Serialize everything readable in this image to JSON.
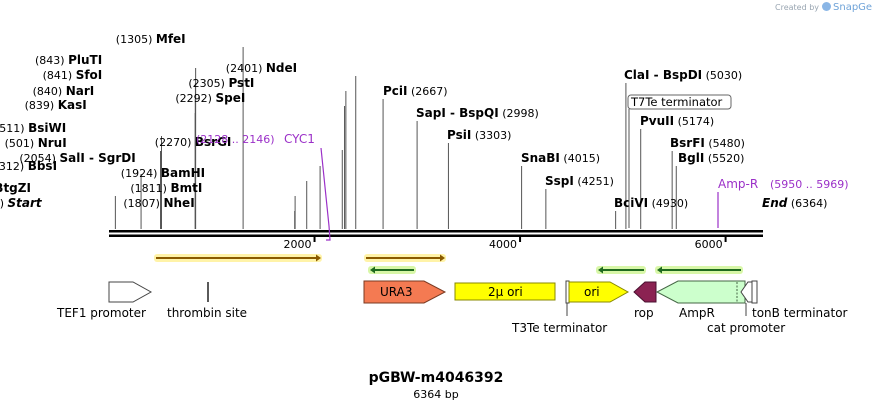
{
  "credit": {
    "prefix": "Created by",
    "brand": "SnapGene"
  },
  "plasmid": {
    "name": "pGBW-m4046392",
    "size_label": "6364 bp",
    "length": 6364
  },
  "scale_ticks": [
    {
      "pos": 2000,
      "label": "2000"
    },
    {
      "pos": 4000,
      "label": "4000"
    },
    {
      "pos": 6000,
      "label": "6000"
    }
  ],
  "sites": [
    {
      "pos": 0,
      "name": "Start",
      "num": "(0)",
      "italic": true
    },
    {
      "pos": 62,
      "name": "BtgZI",
      "num": "(62)"
    },
    {
      "pos": 312,
      "name": "BbsI",
      "num": "(312)"
    },
    {
      "pos": 501,
      "name": "NruI",
      "num": "(501)"
    },
    {
      "pos": 511,
      "name": "BsiWI",
      "num": "(511)"
    },
    {
      "pos": 839,
      "name": "KasI",
      "num": "(839)"
    },
    {
      "pos": 840,
      "name": "NarI",
      "num": "(840)"
    },
    {
      "pos": 841,
      "name": "SfoI",
      "num": "(841)"
    },
    {
      "pos": 843,
      "name": "PluTI",
      "num": "(843)"
    },
    {
      "pos": 1305,
      "name": "MfeI",
      "num": "(1305)",
      "num_first": true
    },
    {
      "pos": 1807,
      "name": "NheI",
      "num": "(1807)"
    },
    {
      "pos": 1811,
      "name": "BmtI",
      "num": "(1811)"
    },
    {
      "pos": 1924,
      "name": "BamHI",
      "num": "(1924)"
    },
    {
      "pos": 2054,
      "name": "SalI  -  SgrDI",
      "num": "(2054)"
    },
    {
      "pos": 2270,
      "name": "BsrGI",
      "num": "(2270)"
    },
    {
      "pos": 2292,
      "name": "SpeI",
      "num": "(2292)"
    },
    {
      "pos": 2305,
      "name": "PstI",
      "num": "(2305)"
    },
    {
      "pos": 2401,
      "name": "NdeI",
      "num": "(2401)",
      "num_first": true
    },
    {
      "pos": 2667,
      "name": "PciI",
      "num": "(2667)"
    },
    {
      "pos": 2998,
      "name": "SapI  -  BspQI",
      "num": "(2998)"
    },
    {
      "pos": 3303,
      "name": "PsiI",
      "num": "(3303)"
    },
    {
      "pos": 4015,
      "name": "SnaBI",
      "num": "(4015)"
    },
    {
      "pos": 4251,
      "name": "SspI",
      "num": "(4251)"
    },
    {
      "pos": 4930,
      "name": "BciVI",
      "num": "(4930)"
    },
    {
      "pos": 5030,
      "name": "ClaI  -  BspDI",
      "num": "(5030)"
    },
    {
      "pos": 5174,
      "name": "PvuII",
      "num": "(5174)"
    },
    {
      "pos": 5480,
      "name": "BsrFI",
      "num": "(5480)"
    },
    {
      "pos": 5520,
      "name": "BglI",
      "num": "(5520)"
    },
    {
      "pos": 6364,
      "name": "End",
      "num": "(6364)",
      "italic": true
    }
  ],
  "feature_labels_above": [
    {
      "name": "CYC1",
      "range": "(2128 .. 2146)",
      "color": "#9b30c8"
    },
    {
      "name": "Amp-R",
      "range": "(5950 .. 5969)",
      "color": "#9b30c8"
    },
    {
      "name": "T7Te terminator"
    }
  ],
  "features": [
    {
      "name": "TEF1 promoter",
      "color": "#ffffff"
    },
    {
      "name": "thrombin site",
      "color": "#ffffff"
    },
    {
      "name": "URA3",
      "color": "#f47a52"
    },
    {
      "name": "2μ ori",
      "color": "#ffff00"
    },
    {
      "name": "T3Te terminator",
      "color": "#ffffff"
    },
    {
      "name": "ori",
      "color": "#ffff00"
    },
    {
      "name": "rop",
      "color": "#8b2252"
    },
    {
      "name": "AmpR",
      "color": "#ccffcc"
    },
    {
      "name": "cat promoter",
      "color": "#ffffff"
    },
    {
      "name": "tonB terminator",
      "color": "#ffffff"
    }
  ],
  "orfs": [
    {
      "name": "orf-1",
      "direction": "forward"
    },
    {
      "name": "orf-2",
      "direction": "forward"
    },
    {
      "name": "orf-3",
      "direction": "reverse"
    },
    {
      "name": "orf-4",
      "direction": "reverse"
    },
    {
      "name": "orf-5",
      "direction": "reverse"
    }
  ],
  "colors": {
    "orf_fill": "#c8a000",
    "orf_reverse_fill": "#6fbf2f",
    "primer": "#9b30c8"
  }
}
